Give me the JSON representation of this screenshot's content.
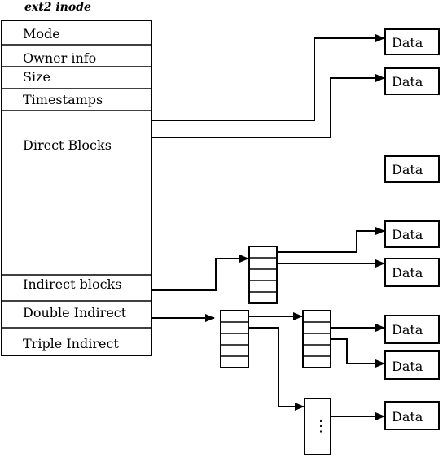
{
  "inode": {
    "title": "ext2 inode",
    "fields": {
      "mode": "Mode",
      "owner": "Owner info",
      "size": "Size",
      "timestamps": "Timestamps",
      "direct": "Direct Blocks",
      "indirect": "Indirect blocks",
      "double": "Double Indirect",
      "triple": "Triple Indirect"
    }
  },
  "data_label": "Data",
  "ellipsis": "⋮"
}
